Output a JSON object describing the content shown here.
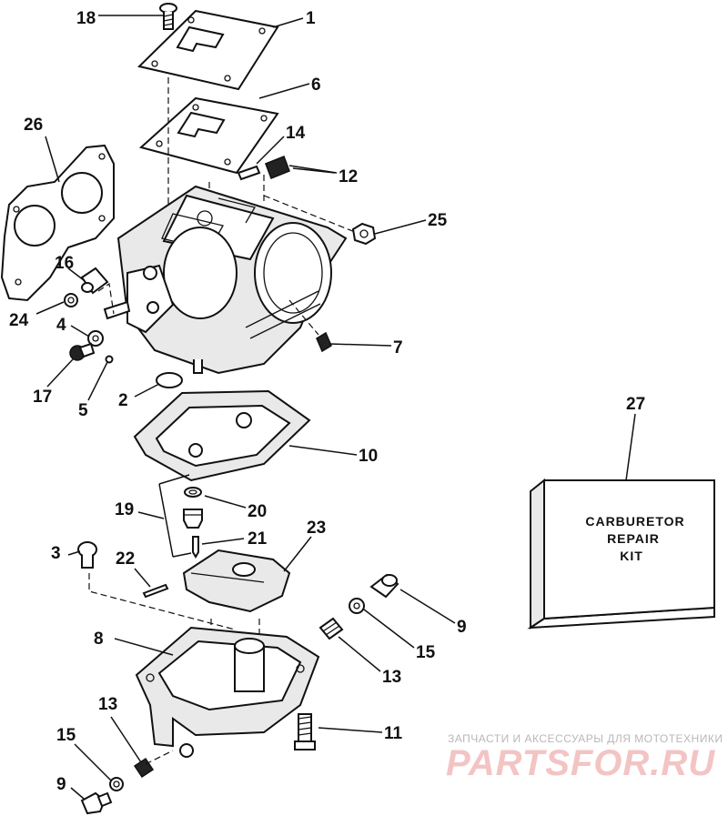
{
  "labels": {
    "l1": "1",
    "l2": "2",
    "l3": "3",
    "l4": "4",
    "l5": "5",
    "l6": "6",
    "l7": "7",
    "l8": "8",
    "l9a": "9",
    "l9b": "9",
    "l10": "10",
    "l11": "11",
    "l12": "12",
    "l13a": "13",
    "l13b": "13",
    "l14": "14",
    "l15a": "15",
    "l15b": "15",
    "l16": "16",
    "l17": "17",
    "l18": "18",
    "l19": "19",
    "l20": "20",
    "l21": "21",
    "l22": "22",
    "l23": "23",
    "l24": "24",
    "l25": "25",
    "l26": "26",
    "l27": "27"
  },
  "kit_box": {
    "line1": "CARBURETOR",
    "line2": "REPAIR",
    "line3": "KIT"
  },
  "watermark": {
    "top": "ЗАПЧАСТИ И АКСЕССУАРЫ ДЛЯ МОТОТЕХНИКИ",
    "logo": "PARTSFOR.RU"
  }
}
